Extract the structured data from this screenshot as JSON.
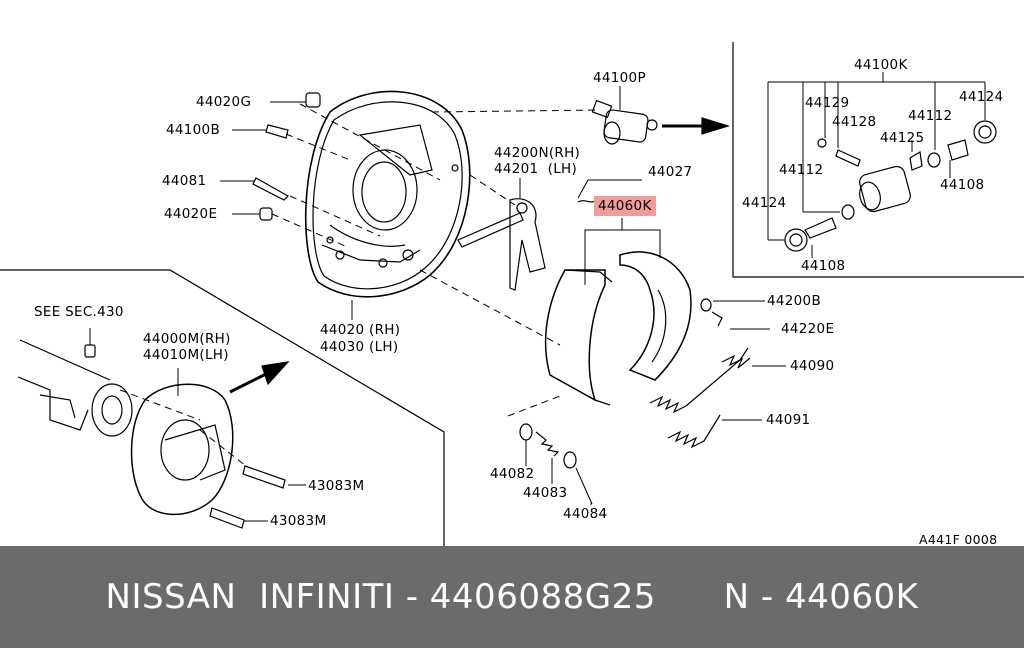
{
  "labels": {
    "p44020G": "44020G",
    "p44100B": "44100B",
    "p44081": "44081",
    "p44020E": "44020E",
    "p44020": "44020 (RH)",
    "p44030": "44030 (LH)",
    "p44100P": "44100P",
    "p44200N": "44200N(RH)",
    "p44201": "44201  (LH)",
    "p44027": "44027",
    "p44060K": "44060K",
    "p44200B": "44200B",
    "p44220E": "44220E",
    "p44090": "44090",
    "p44091": "44091",
    "p44082": "44082",
    "p44083": "44083",
    "p44084": "44084",
    "seeSec": "SEE SEC.430",
    "p44000M": "44000M(RH)",
    "p44010M": "44010M(LH)",
    "p43083Ma": "43083M",
    "p43083Mb": "43083M",
    "p44100K": "44100K",
    "p44129": "44129",
    "p44128": "44128",
    "p44112a": "44112",
    "p44124a": "44124",
    "p44125": "44125",
    "p44112b": "44112",
    "p44108a": "44108",
    "p44124b": "44124",
    "p44108b": "44108",
    "diagramCode": "A441F 0008"
  },
  "footer": {
    "text": "NISSAN  INFINITI - 4406088G25      N - 44060K"
  },
  "colors": {
    "highlight": "#f29b9b",
    "footer_bg": "#6b6b6b",
    "footer_text": "#ffffff"
  }
}
